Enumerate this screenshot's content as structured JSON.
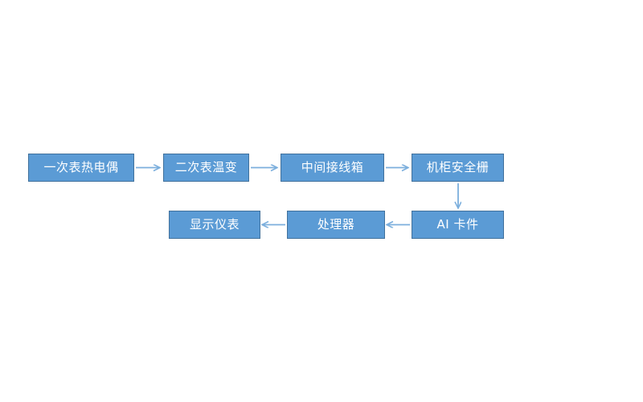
{
  "diagram": {
    "title": "",
    "background_color": "#ffffff",
    "node_fill": "#5b9bd5",
    "node_border": "#41719c",
    "node_text_color": "#ffffff",
    "arrow_color": "#7cafdd",
    "nodes": [
      {
        "id": "n1",
        "label": "一次表热电偶"
      },
      {
        "id": "n2",
        "label": "二次表温变"
      },
      {
        "id": "n3",
        "label": "中间接线箱"
      },
      {
        "id": "n4",
        "label": "机柜安全栅"
      },
      {
        "id": "n5",
        "label": "显示仪表"
      },
      {
        "id": "n6",
        "label": "处理器"
      },
      {
        "id": "n7",
        "label": "AI 卡件"
      }
    ],
    "connectors": [
      {
        "id": "a1",
        "from": "n1",
        "to": "n2",
        "direction": "right"
      },
      {
        "id": "a2",
        "from": "n2",
        "to": "n3",
        "direction": "right"
      },
      {
        "id": "a3",
        "from": "n3",
        "to": "n4",
        "direction": "right"
      },
      {
        "id": "a4",
        "from": "n4",
        "to": "n7",
        "direction": "down"
      },
      {
        "id": "a5",
        "from": "n7",
        "to": "n6",
        "direction": "left"
      },
      {
        "id": "a6",
        "from": "n6",
        "to": "n5",
        "direction": "left"
      }
    ]
  }
}
